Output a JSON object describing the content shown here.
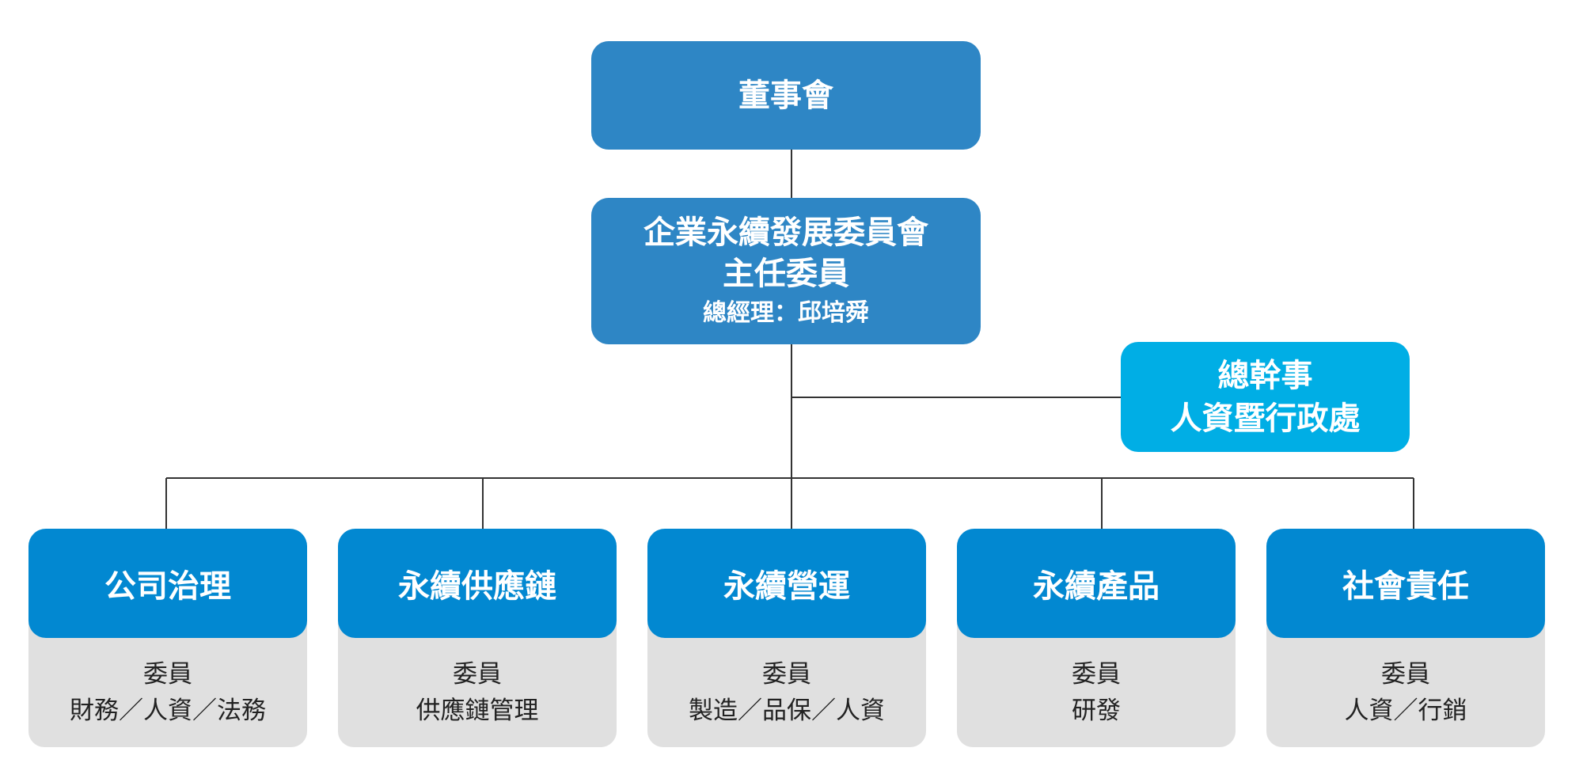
{
  "board": {
    "title": "董事會"
  },
  "committee": {
    "title": "企業永續發展委員會",
    "role": "主任委員",
    "person": "總經理：邱培舜"
  },
  "secretariat": {
    "title": "總幹事",
    "unit": "人資暨行政處"
  },
  "colors": {
    "board_box": "#2e86c5",
    "secretariat_box": "#00aee5",
    "group_header": "#0288d1",
    "group_body": "#e0e0e0",
    "connector": "#333333"
  },
  "groups": [
    {
      "title": "公司治理",
      "members_label": "委員",
      "members": "財務／人資／法務"
    },
    {
      "title": "永續供應鏈",
      "members_label": "委員",
      "members": "供應鏈管理"
    },
    {
      "title": "永續營運",
      "members_label": "委員",
      "members": "製造／品保／人資"
    },
    {
      "title": "永續產品",
      "members_label": "委員",
      "members": "研發"
    },
    {
      "title": "社會責任",
      "members_label": "委員",
      "members": "人資／行銷"
    }
  ]
}
